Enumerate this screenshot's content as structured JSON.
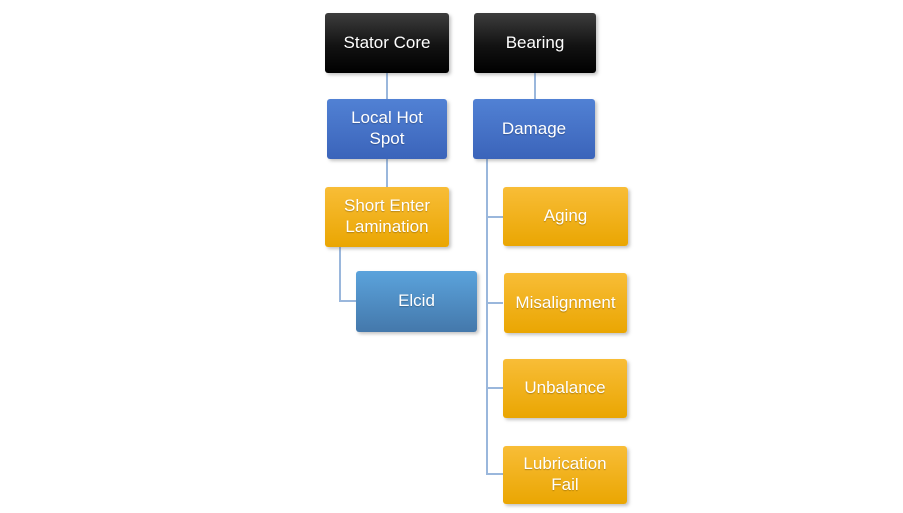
{
  "diagram": {
    "type": "hierarchy",
    "background_color": "#ffffff",
    "connector_color": "#9ab7dc",
    "label_text_color": "#ffffff",
    "palette": {
      "level1_black": "#141414",
      "level2_blue": "#4472c4",
      "level3_gold": "#f0ae18",
      "level4_steel_blue": "#5294cc"
    },
    "nodes": [
      {
        "id": "stator-core",
        "label": "Stator Core",
        "level": 1,
        "parent": null,
        "fill": "level1_black"
      },
      {
        "id": "local-hot-spot",
        "label": "Local Hot Spot",
        "level": 2,
        "parent": "stator-core",
        "fill": "level2_blue"
      },
      {
        "id": "short-enter-lamination",
        "label": "Short Enter Lamination",
        "level": 3,
        "parent": "local-hot-spot",
        "fill": "level3_gold"
      },
      {
        "id": "elcid",
        "label": "Elcid",
        "level": 4,
        "parent": "short-enter-lamination",
        "fill": "level4_steel_blue"
      },
      {
        "id": "bearing",
        "label": "Bearing",
        "level": 1,
        "parent": null,
        "fill": "level1_black"
      },
      {
        "id": "damage",
        "label": "Damage",
        "level": 2,
        "parent": "bearing",
        "fill": "level2_blue"
      },
      {
        "id": "aging",
        "label": "Aging",
        "level": 3,
        "parent": "damage",
        "fill": "level3_gold"
      },
      {
        "id": "misalignment",
        "label": "Misalignment",
        "level": 3,
        "parent": "damage",
        "fill": "level3_gold"
      },
      {
        "id": "unbalance",
        "label": "Unbalance",
        "level": 3,
        "parent": "damage",
        "fill": "level3_gold"
      },
      {
        "id": "lubrication-fail",
        "label": "Lubrication Fail",
        "level": 3,
        "parent": "damage",
        "fill": "level3_gold"
      }
    ]
  }
}
